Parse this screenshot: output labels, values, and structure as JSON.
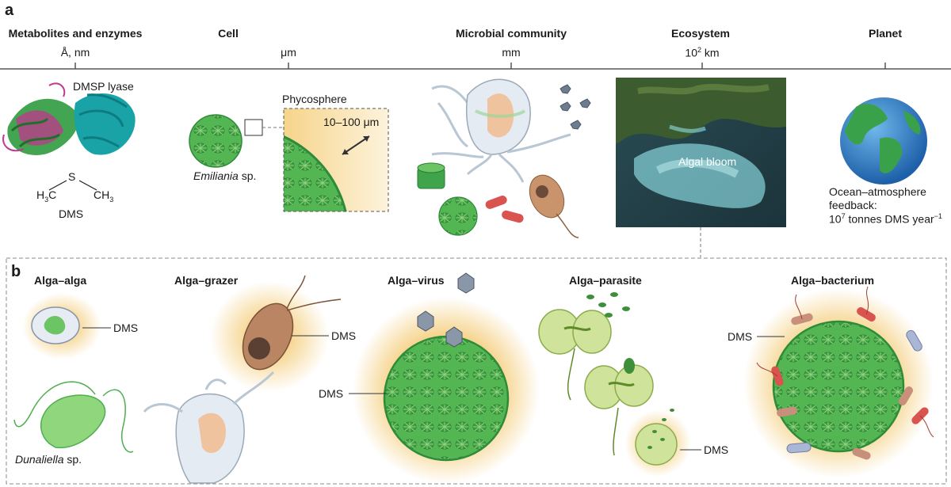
{
  "panel_a": {
    "letter": "a",
    "scale_bar": [
      {
        "heading": "Metabolites and enzymes",
        "unit": "Å, nm"
      },
      {
        "heading": "Cell",
        "unit": "μm"
      },
      {
        "heading": "Microbial community",
        "unit": "mm"
      },
      {
        "heading": "Ecosystem",
        "unit_base": "10",
        "unit_sup": "2",
        "unit_suffix": " km"
      },
      {
        "heading": "Planet",
        "unit": ""
      }
    ],
    "enzyme_label": "DMSP lyase",
    "dms_structure": {
      "S": "S",
      "left": "H",
      "left_sub": "3",
      "left_c": "C",
      "right_c": "CH",
      "right_sub": "3",
      "name": "DMS"
    },
    "cell_label": "Emiliania",
    "cell_label_suffix": " sp.",
    "phycosphere_label": "Phycosphere",
    "phycosphere_size": "10–100 μm",
    "bloom_label": "Algal bloom",
    "planet_text": {
      "line1": "Ocean–atmosphere",
      "line2": "feedback:",
      "line3_base": "10",
      "line3_sup": "7",
      "line3_mid": " tonnes DMS year",
      "line3_sup2": "−1"
    }
  },
  "panel_b": {
    "letter": "b",
    "sections": [
      {
        "title": "Alga–alga"
      },
      {
        "title": "Alga–grazer"
      },
      {
        "title": "Alga–virus"
      },
      {
        "title": "Alga–parasite"
      },
      {
        "title": "Alga–bacterium"
      }
    ],
    "dms": "DMS",
    "dunaliella_label": "Dunaliella",
    "dunaliella_suffix": " sp."
  },
  "colors": {
    "green_dark": "#2e8b3a",
    "green_mid": "#5cbf5a",
    "green_light": "#a8dc8a",
    "halo": "#f3c76a",
    "teal": "#1aa3a6",
    "magenta": "#c2368f",
    "virus": "#8a97a8",
    "bacterium_red": "#d9534f",
    "ocean_dark": "#1f3a45",
    "bloom": "#8fe0e6",
    "globe_ocean": "#2c7fc9",
    "land": "#3aa14b"
  }
}
